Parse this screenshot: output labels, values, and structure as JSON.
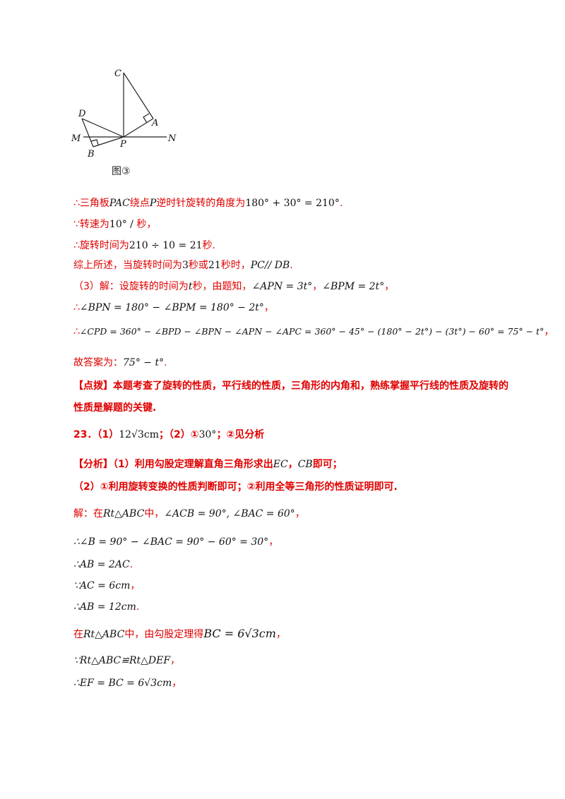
{
  "figure": {
    "labels": {
      "C": "C",
      "D": "D",
      "A": "A",
      "M": "M",
      "P": "P",
      "N": "N",
      "B": "B"
    },
    "caption": "图③"
  },
  "lines": {
    "l1": {
      "a": "∴三角板",
      "b": "PAC",
      "c": "绕点",
      "d": "P",
      "e": "逆时针旋转的角度为",
      "f": "180° + 30° = 210°",
      "g": "."
    },
    "l2": {
      "a": "∵转速为",
      "b": "10° / ",
      "c": "秒，"
    },
    "l3": {
      "a": "∴旋转时间为",
      "b": "210 ÷ 10 = 21",
      "c": "秒."
    },
    "l4": {
      "a": "综上所述，当旋转时间为",
      "b": "3",
      "c": "秒或",
      "d": "21",
      "e": "秒时，",
      "f": "PC// DB",
      "g": "."
    },
    "l5": {
      "a": "（3）解：设旋转的时间为",
      "b": "t",
      "c": "秒，由题知，",
      "d": "∠APN = 3t°",
      "e": "，",
      "f": "∠BPM = 2t°",
      "g": "，"
    },
    "l6": {
      "a": "∴",
      "b": "∠BPN = 180° − ∠BPM = 180° − 2t°",
      "c": "，"
    },
    "l7": {
      "a": "∴",
      "b": "∠CPD = 360° − ∠BPD − ∠BPN − ∠APN − ∠APC = 360° − 45° − (180° − 2t°) − (3t°) − 60° = 75° − t°",
      "c": "，"
    },
    "l8": {
      "a": "故答案为：",
      "b": "75° − t°",
      "c": "."
    },
    "l9": {
      "a": "【点拨】",
      "b": "本题考查了旋转的性质，平行线的性质，三角形的内角和，熟练掌握平行线的性质及旋转的"
    },
    "l10": {
      "a": "性质是解题的关键."
    },
    "l11": {
      "a": "23．（1）",
      "b": "12√3cm",
      "c": "；（2）①",
      "d": "30°",
      "e": "；②见分析"
    },
    "l12": {
      "a": "【分析】",
      "b": "（1）利用勾股定理解直角三角形求出",
      "c": "EC",
      "d": "，",
      "e": "CB",
      "f": "即可；"
    },
    "l13": {
      "a": "（2）①利用旋转变换的性质判断即可；②利用全等三角形的性质证明即可."
    },
    "l14": {
      "a": "解：在",
      "b": "Rt△ABC",
      "c": "中，",
      "d": "∠ACB = 90°, ∠BAC = 60°",
      "e": "，"
    },
    "l15": {
      "a": "∴∠B = 90° − ∠BAC = 90° − 60° = 30°",
      "b": "，"
    },
    "l16": {
      "a": "∴AB = 2AC",
      "b": "."
    },
    "l17": {
      "a": "∵AC = 6cm",
      "b": "，"
    },
    "l18": {
      "a": "∴AB = 12cm",
      "b": "."
    },
    "l19": {
      "a": "在",
      "b": "Rt△ABC",
      "c": "中，由勾股定理得",
      "d": "BC = 6√3cm",
      "e": "，"
    },
    "l20": {
      "a": "∵Rt△ABC≌Rt△DEF",
      "b": "，"
    },
    "l21": {
      "a": "∴EF = BC = 6√3cm",
      "b": "，"
    }
  }
}
